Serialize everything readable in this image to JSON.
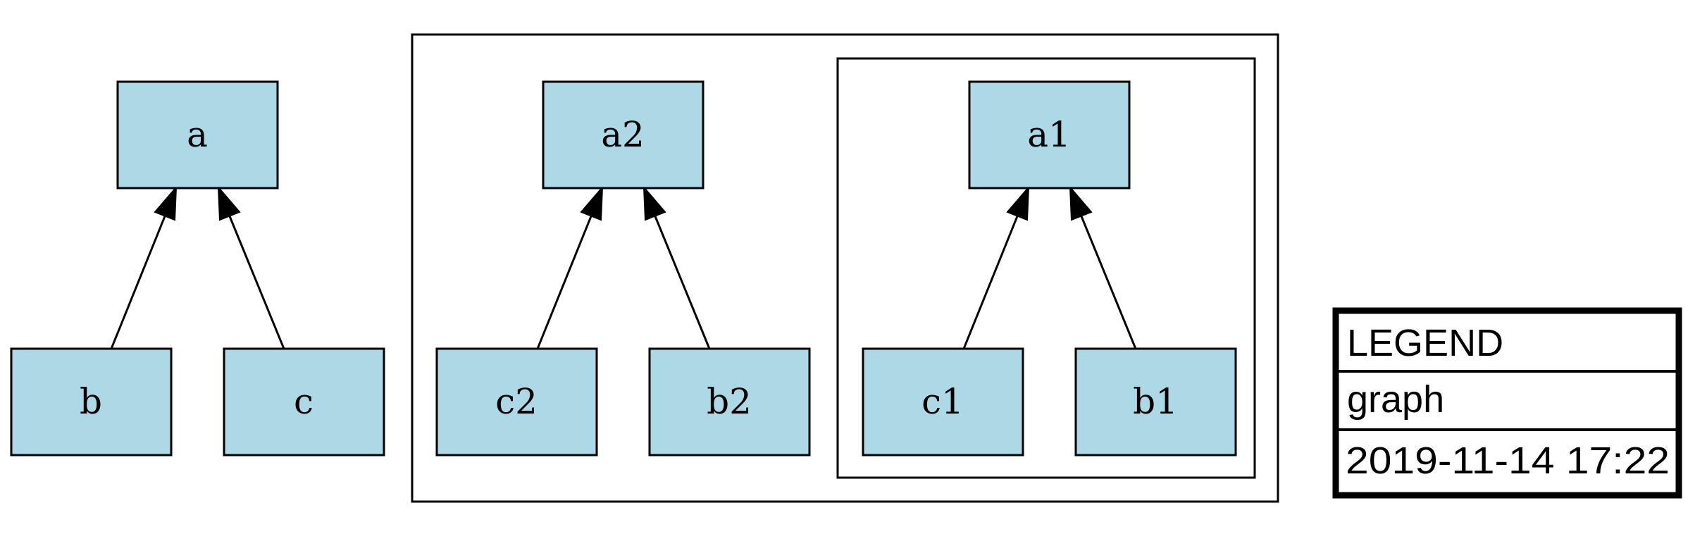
{
  "nodes": {
    "a": "a",
    "b": "b",
    "c": "c",
    "a2": "a2",
    "c2": "c2",
    "b2": "b2",
    "a1": "a1",
    "c1": "c1",
    "b1": "b1"
  },
  "edges": [
    {
      "from": "b",
      "to": "a"
    },
    {
      "from": "c",
      "to": "a"
    },
    {
      "from": "c2",
      "to": "a2"
    },
    {
      "from": "b2",
      "to": "a2"
    },
    {
      "from": "c1",
      "to": "a1"
    },
    {
      "from": "b1",
      "to": "a1"
    }
  ],
  "legend": {
    "title": "LEGEND",
    "graph_name": "graph",
    "timestamp": "2019-11-14 17:22"
  },
  "colors": {
    "node_fill": "#add8e6",
    "stroke": "#000000",
    "background": "#ffffff"
  }
}
